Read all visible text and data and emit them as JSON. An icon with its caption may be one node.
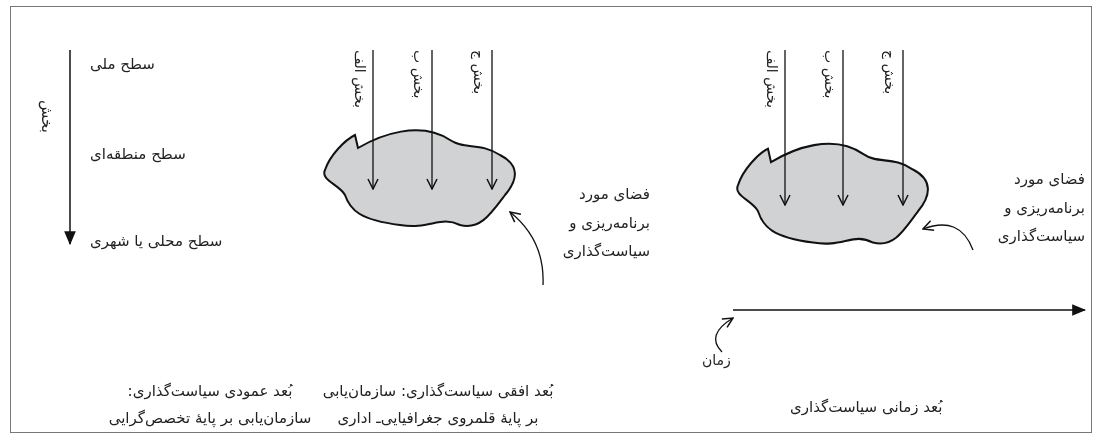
{
  "diagram": {
    "nodes": [
      {
        "text": [
          "بخش الف"
        ]
      },
      {
        "text": [
          "بخش ب"
        ]
      },
      {
        "text": [
          "بخش ج"
        ]
      },
      {
        "text": [],
        "shape": "cloud"
      },
      {
        "text": [
          "فضای مورد برنامه‌ریزی و سیاست‌گذاری"
        ]
      },
      {
        "text": [
          "بخش الف"
        ]
      },
      {
        "text": [
          "بخش ب"
        ]
      },
      {
        "text": [
          "بخش ج"
        ]
      },
      {
        "text": [],
        "shape": "cloud"
      },
      {
        "text": [
          "فضای مورد برنامه‌ریزی و سیاست‌گذاری"
        ]
      },
      {
        "text": [
          "زمان"
        ]
      }
    ],
    "edges": [
      {
        "from": 0,
        "to": 3,
        "arrow": "to"
      },
      {
        "from": 1,
        "to": 3,
        "arrow": "to"
      },
      {
        "from": 2,
        "to": 3,
        "arrow": "to"
      },
      {
        "from": 4,
        "to": 3,
        "arrow": "to"
      },
      {
        "from": 5,
        "to": 8,
        "arrow": "to"
      },
      {
        "from": 6,
        "to": 8,
        "arrow": "to"
      },
      {
        "from": 7,
        "to": 8,
        "arrow": "to"
      },
      {
        "from": 9,
        "to": 8,
        "arrow": "to"
      },
      {
        "from": 10,
        "to": null,
        "arrow": "to"
      }
    ],
    "labels": [
      "سطح ملی",
      "بخش",
      "سطح منطقه‌ای",
      "سطح محلی یا شهری",
      "بُعد عمودی سیاست‌گذاری: سازمان‌یابی بر پایهٔ تخصص‌گرایی",
      "بُعد افقی سیاست‌گذاری: سازمان‌یابی بر پایهٔ قلمروی جغرافیایی‌ـ اداری",
      "بُعد زمانی سیاست‌گذاری"
    ]
  }
}
